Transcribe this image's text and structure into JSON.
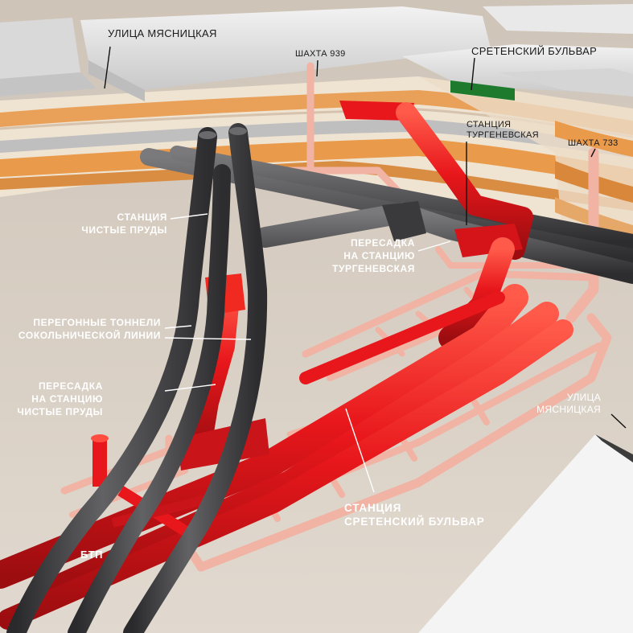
{
  "labels": {
    "street_top": "УЛИЦА МЯСНИЦКАЯ",
    "shaft_939": "ШАХТА 939",
    "boulevard_top": "СРЕТЕНСКИЙ БУЛЬВАР",
    "turgenevskaya_line1": "СТАНЦИЯ",
    "turgenevskaya_line2": "ТУРГЕНЕВСКАЯ",
    "shaft_733": "ШАХТА 733",
    "chistye_line1": "СТАНЦИЯ",
    "chistye_line2": "ЧИСТЫЕ ПРУДЫ",
    "transfer_turg_line1": "ПЕРЕСАДКА",
    "transfer_turg_line2": "НА СТАНЦИЮ",
    "transfer_turg_line3": "ТУРГЕНЕВСКАЯ",
    "tunnels_line1": "ПЕРЕГОННЫЕ ТОННЕЛИ",
    "tunnels_line2": "СОКОЛЬНИЧЕСКОЙ ЛИНИИ",
    "transfer_chist_line1": "ПЕРЕСАДКА",
    "transfer_chist_line2": "НА СТАНЦИЮ",
    "transfer_chist_line3": "ЧИСТЫЕ ПРУДЫ",
    "street_right_line1": "УЛИЦА",
    "street_right_line2": "МЯСНИЦКАЯ",
    "station_sretensky_line1": "СТАНЦИЯ",
    "station_sretensky_line2": "СРЕТЕНСКИЙ БУЛЬВАР",
    "btp": "БТП"
  },
  "colors": {
    "red_structure": "#e8171b",
    "grey_tunnel": "#4a4a4c",
    "pink_pipe": "#f1b3a4",
    "ground": "#d8cfc4",
    "strata_orange": "#e99a4a",
    "building": "#e6e6e6",
    "park_green": "#1e7a2c"
  }
}
